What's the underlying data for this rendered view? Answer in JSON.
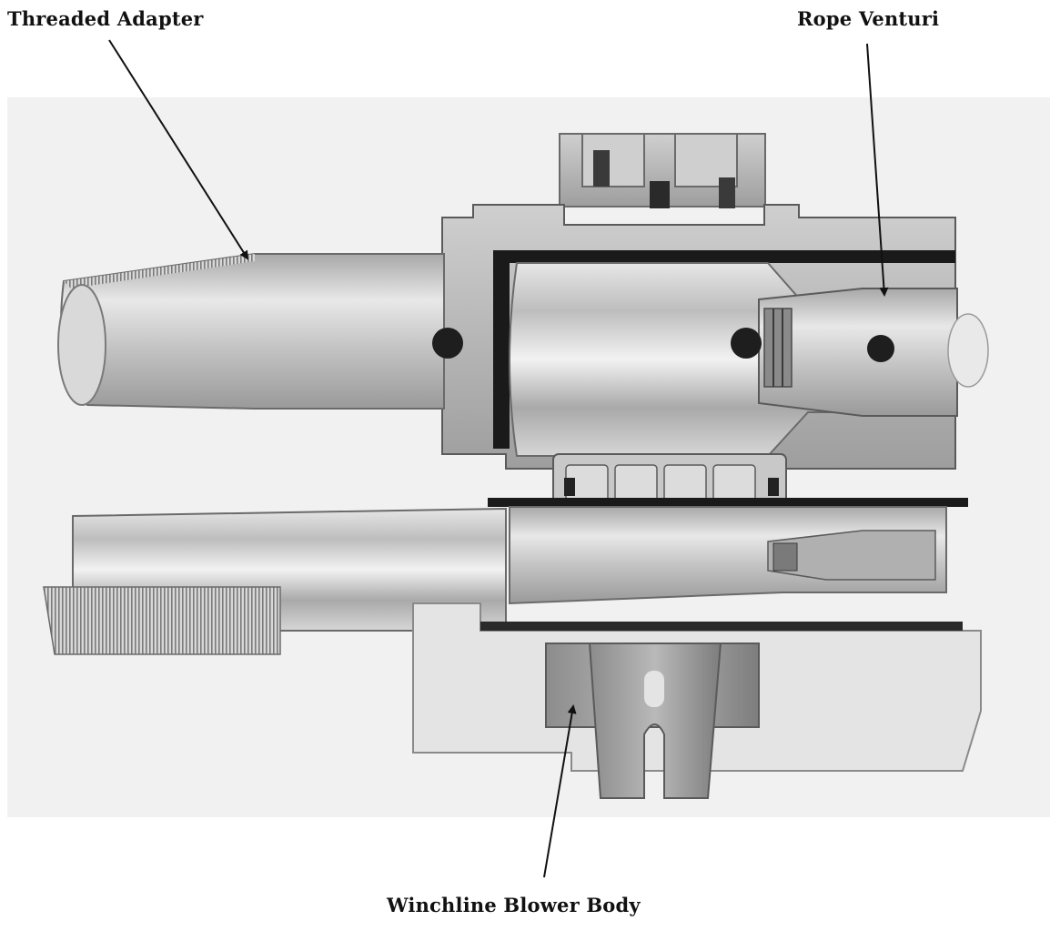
{
  "labels": {
    "threaded_adapter": "Threaded Adapter",
    "rope_venturi": "Rope Venturi",
    "blower_body": "Winchline Blower Body"
  },
  "colors": {
    "text": "#111111",
    "photo_background": "#f1f1f1",
    "steel_light": "#dcdcdc",
    "steel_mid": "#b8b8b8",
    "steel_dark": "#6a6a6a",
    "black": "#1a1a1a"
  }
}
